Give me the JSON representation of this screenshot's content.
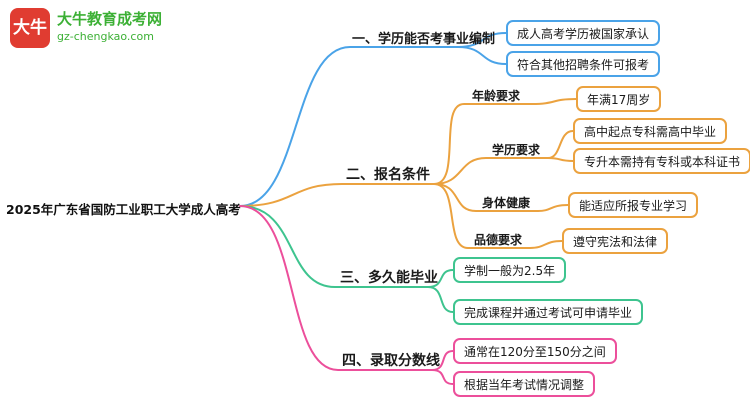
{
  "logo": {
    "badge": "大牛",
    "title": "大牛教育成考网",
    "url": "gz-chengkao.com"
  },
  "root": {
    "text": "2025年广东省国防工业职工大学成人高考"
  },
  "colors": {
    "blue": "#4aa3e8",
    "orange": "#eba23f",
    "green": "#3ec48f",
    "pink": "#ec4f9b",
    "logo_red": "#e03c31",
    "logo_green": "#3cb035"
  },
  "branches": [
    {
      "label": "一、学历能否考事业编制",
      "color": "#4aa3e8",
      "children": [
        {
          "text": "成人高考学历被国家承认"
        },
        {
          "text": "符合其他招聘条件可报考"
        }
      ]
    },
    {
      "label": "二、报名条件",
      "color": "#eba23f",
      "subs": [
        {
          "label": "年龄要求",
          "children": [
            {
              "text": "年满17周岁"
            }
          ]
        },
        {
          "label": "学历要求",
          "children": [
            {
              "text": "高中起点专科需高中毕业"
            },
            {
              "text": "专升本需持有专科或本科证书"
            }
          ]
        },
        {
          "label": "身体健康",
          "children": [
            {
              "text": "能适应所报专业学习"
            }
          ]
        },
        {
          "label": "品德要求",
          "children": [
            {
              "text": "遵守宪法和法律"
            }
          ]
        }
      ]
    },
    {
      "label": "三、多久能毕业",
      "color": "#3ec48f",
      "children": [
        {
          "text": "学制一般为2.5年"
        },
        {
          "text": "完成课程并通过考试可申请毕业"
        }
      ]
    },
    {
      "label": "四、录取分数线",
      "color": "#ec4f9b",
      "children": [
        {
          "text": "通常在120分至150分之间"
        },
        {
          "text": "根据当年考试情况调整"
        }
      ]
    }
  ]
}
